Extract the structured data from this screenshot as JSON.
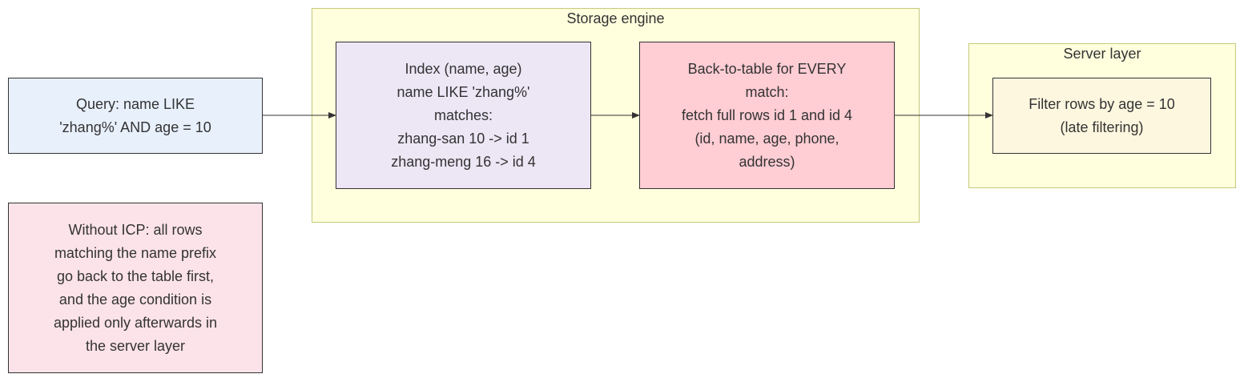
{
  "clusters": {
    "storage_engine": {
      "title": "Storage engine",
      "fill": "#ffffde"
    },
    "server_layer": {
      "title": "Server layer",
      "fill": "#ffffde"
    }
  },
  "nodes": {
    "query": {
      "text": "Query: name LIKE\n'zhang%' AND age = 10",
      "fill": "#e8f0fc"
    },
    "index": {
      "text": "Index (name, age)\nname LIKE 'zhang%'\nmatches:\nzhang-san 10 -> id 1\nzhang-meng 16 -> id 4",
      "fill": "#ece6f5"
    },
    "back_to_table": {
      "text": "Back-to-table for EVERY\nmatch:\nfetch full rows id 1 and id 4\n(id, name, age, phone,\naddress)",
      "fill": "#ffcdd4"
    },
    "filter": {
      "text": "Filter rows by age = 10\n(late filtering)",
      "fill": "#fdf7df"
    },
    "note": {
      "text": "Without ICP: all rows\nmatching the name prefix\ngo back to the table first,\nand the age condition is\napplied only afterwards in\nthe server layer",
      "fill": "#fce3e9"
    }
  },
  "edges": [
    {
      "from": "query",
      "to": "index"
    },
    {
      "from": "index",
      "to": "back_to_table"
    },
    {
      "from": "back_to_table",
      "to": "filter"
    }
  ],
  "colors": {
    "edge": "#333333",
    "node_border": "#333333",
    "cluster_border": "#c6c97a"
  }
}
